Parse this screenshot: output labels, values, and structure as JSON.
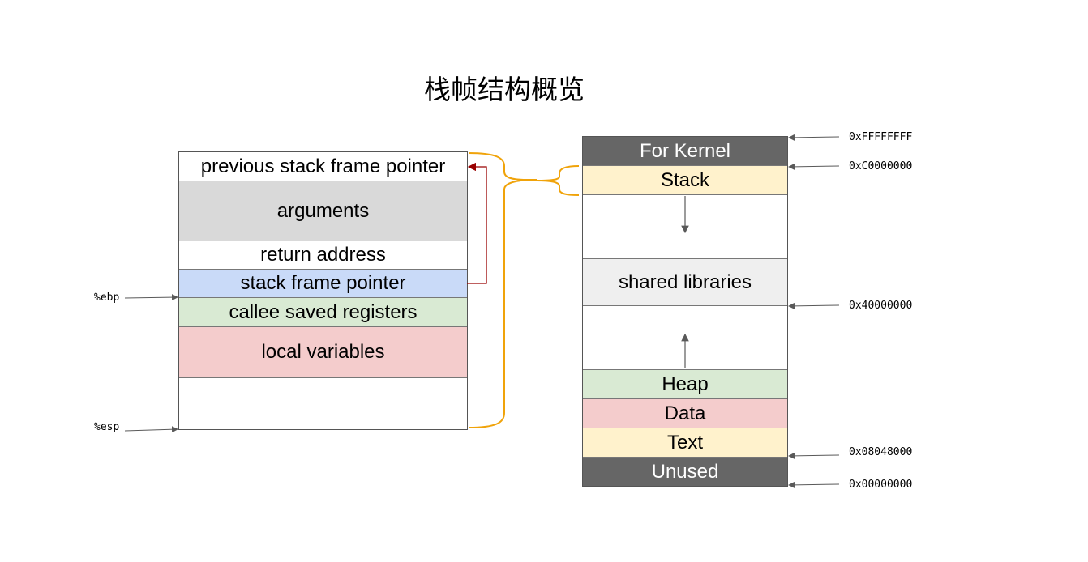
{
  "title": "栈帧结构概览",
  "stack_frame": {
    "rows": [
      {
        "label": "previous stack frame pointer",
        "color": "#ffffff"
      },
      {
        "label": "arguments",
        "color": "#d9d9d9"
      },
      {
        "label": "return address",
        "color": "#ffffff"
      },
      {
        "label": "stack frame pointer",
        "color": "#c9daf8"
      },
      {
        "label": "callee saved registers",
        "color": "#d9ead3"
      },
      {
        "label": "local variables",
        "color": "#f4cccc"
      },
      {
        "label": "",
        "color": "#ffffff"
      }
    ],
    "ebp_label": "%ebp",
    "esp_label": "%esp"
  },
  "memory_layout": {
    "rows": [
      {
        "label": "For Kernel",
        "color": "#666666"
      },
      {
        "label": "Stack",
        "color": "#fff2cc"
      },
      {
        "label": "",
        "color": "#ffffff"
      },
      {
        "label": "shared libraries",
        "color": "#efefef"
      },
      {
        "label": "",
        "color": "#ffffff"
      },
      {
        "label": "Heap",
        "color": "#d9ead3"
      },
      {
        "label": "Data",
        "color": "#f4cccc"
      },
      {
        "label": "Text",
        "color": "#fff2cc"
      },
      {
        "label": "Unused",
        "color": "#666666"
      }
    ],
    "addresses": {
      "kernel_top": "0xFFFFFFFF",
      "stack_top": "0xC0000000",
      "shared_libs": "0x40000000",
      "text_start": "0x08048000",
      "bottom": "0x00000000"
    }
  },
  "colors": {
    "brace": "#f0a30a",
    "return_arrow": "#990000",
    "pointer_arrow": "#595959"
  }
}
